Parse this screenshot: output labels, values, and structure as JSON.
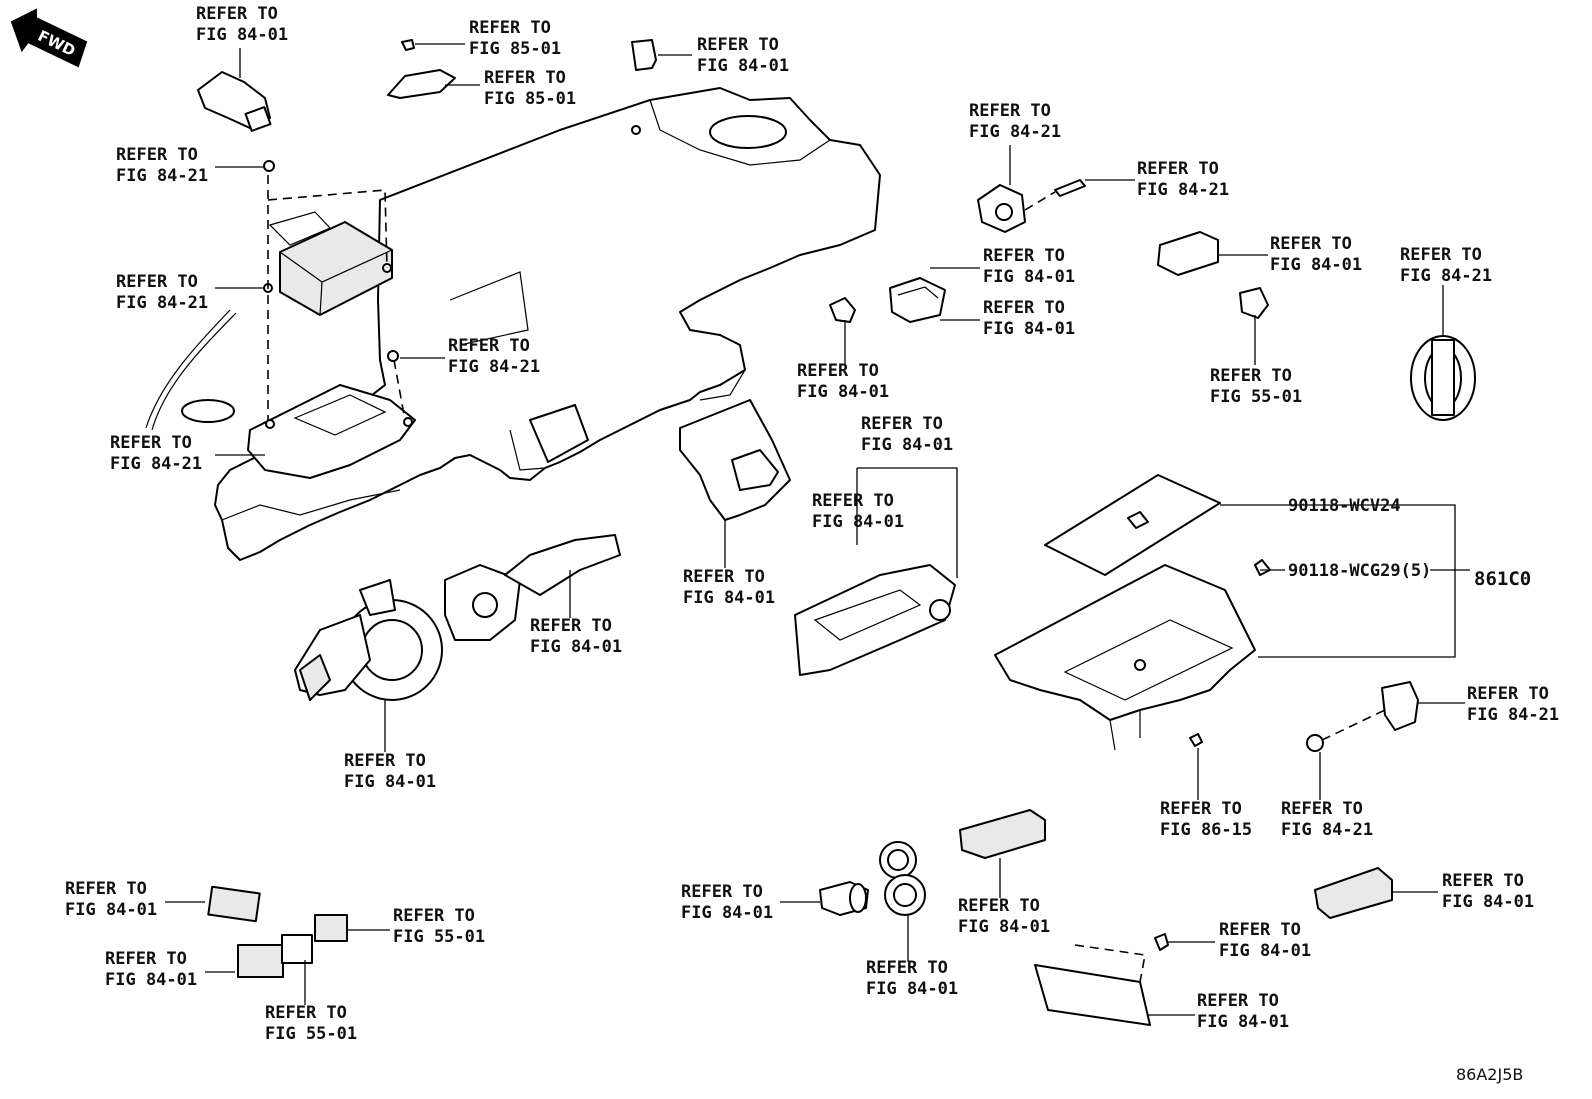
{
  "fwd_label": "FWD",
  "drawing_id": "86A2J5B",
  "group_part": "861C0",
  "part_numbers": {
    "p1": "90118-WCV24",
    "p2": "90118-WCG29(5)"
  },
  "refs": [
    {
      "line1": "REFER TO",
      "line2": "FIG 84-01"
    },
    {
      "line1": "REFER TO",
      "line2": "FIG 85-01"
    },
    {
      "line1": "REFER TO",
      "line2": "FIG 85-01"
    },
    {
      "line1": "REFER TO",
      "line2": "FIG 84-01"
    },
    {
      "line1": "REFER TO",
      "line2": "FIG 84-21"
    },
    {
      "line1": "REFER TO",
      "line2": "FIG 84-21"
    },
    {
      "line1": "REFER TO",
      "line2": "FIG 84-21"
    },
    {
      "line1": "REFER TO",
      "line2": "FIG 84-21"
    },
    {
      "line1": "REFER TO",
      "line2": "FIG 84-21"
    },
    {
      "line1": "REFER TO",
      "line2": "FIG 84-21"
    },
    {
      "line1": "REFER TO",
      "line2": "FIG 84-01"
    },
    {
      "line1": "REFER TO",
      "line2": "FIG 84-01"
    },
    {
      "line1": "REFER TO",
      "line2": "FIG 84-01"
    },
    {
      "line1": "REFER TO",
      "line2": "FIG 84-01"
    },
    {
      "line1": "REFER TO",
      "line2": "FIG 55-01"
    },
    {
      "line1": "REFER TO",
      "line2": "FIG 84-21"
    },
    {
      "line1": "REFER TO",
      "line2": "FIG 84-01"
    },
    {
      "line1": "REFER TO",
      "line2": "FIG 84-01"
    },
    {
      "line1": "REFER TO",
      "line2": "FIG 84-01"
    },
    {
      "line1": "REFER TO",
      "line2": "FIG 84-01"
    },
    {
      "line1": "REFER TO",
      "line2": "FIG 84-01"
    },
    {
      "line1": "REFER TO",
      "line2": "FIG 84-21"
    },
    {
      "line1": "REFER TO",
      "line2": "FIG 86-15"
    },
    {
      "line1": "REFER TO",
      "line2": "FIG 84-21"
    },
    {
      "line1": "REFER TO",
      "line2": "FIG 84-01"
    },
    {
      "line1": "REFER TO",
      "line2": "FIG 84-01"
    },
    {
      "line1": "REFER TO",
      "line2": "FIG 84-01"
    },
    {
      "line1": "REFER TO",
      "line2": "FIG 84-01"
    },
    {
      "line1": "REFER TO",
      "line2": "FIG 84-01"
    },
    {
      "line1": "REFER TO",
      "line2": "FIG 84-01"
    },
    {
      "line1": "REFER TO",
      "line2": "FIG 84-01"
    },
    {
      "line1": "REFER TO",
      "line2": "FIG 84-01"
    },
    {
      "line1": "REFER TO",
      "line2": "FIG 55-01"
    },
    {
      "line1": "REFER TO",
      "line2": "FIG 55-01"
    }
  ]
}
